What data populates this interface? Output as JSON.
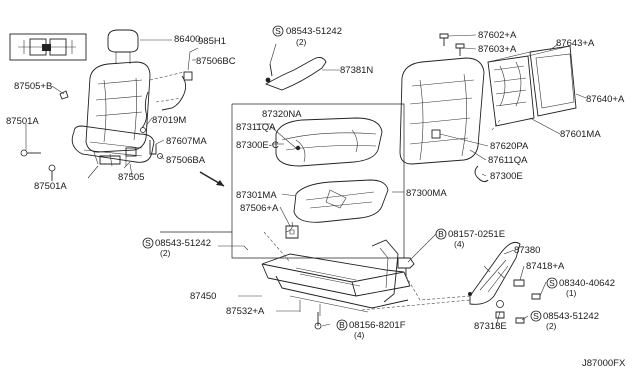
{
  "diagram": {
    "part_labels": [
      "86400",
      "985H1",
      "87506BC",
      "87505+B",
      "87501A",
      "87019M",
      "87607MA",
      "87506BA",
      "87505",
      "87501A",
      "08543-51242",
      "(2)",
      "87381N",
      "87320NA",
      "87311QA",
      "87300E-C",
      "87301MA",
      "87300MA",
      "87506+A",
      "08543-51242",
      "(2)",
      "87602+A",
      "87603+A",
      "87643+A",
      "87640+A",
      "87601MA",
      "87620PA",
      "87611QA",
      "87300E",
      "08157-0251E",
      "(4)",
      "87380",
      "87418+A",
      "08340-40642",
      "(1)",
      "87450",
      "87532+A",
      "08156-8201F",
      "(4)",
      "87318E",
      "08543-51242",
      "(2)"
    ],
    "circle_prefixes": [
      "S",
      "S",
      "B",
      "S",
      "B",
      "S"
    ],
    "diagram_code": "J87000FX"
  }
}
